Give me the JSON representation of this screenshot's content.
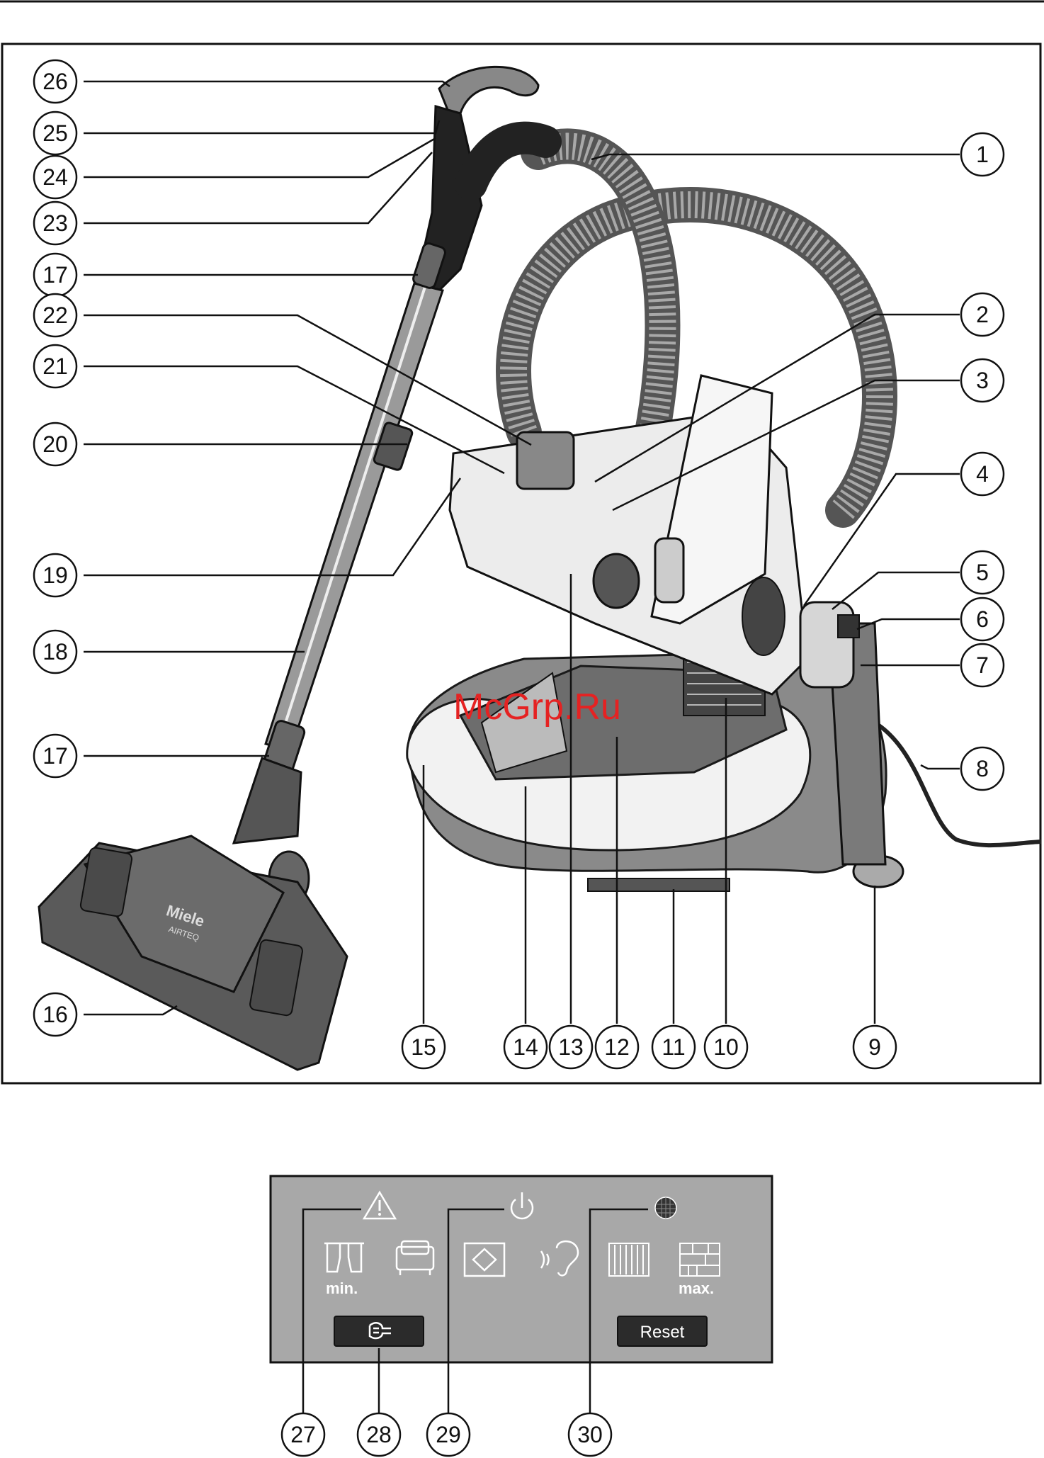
{
  "watermark": "McGrp.Ru",
  "vacuum_callouts": [
    "1",
    "2",
    "3",
    "4",
    "5",
    "6",
    "7",
    "8",
    "9",
    "10",
    "11",
    "12",
    "13",
    "14",
    "15",
    "16",
    "17",
    "18",
    "19",
    "20",
    "21",
    "22",
    "23",
    "24",
    "25",
    "26"
  ],
  "panel_callouts": [
    "27",
    "28",
    "29",
    "30"
  ],
  "control_panel": {
    "min_label": "min.",
    "max_label": "max.",
    "reset_button": "Reset",
    "icons": [
      "warning-icon",
      "power-icon",
      "filter-icon",
      "curtain-icon",
      "upholstery-icon",
      "rug-icon",
      "quiet-ear-icon",
      "carpet-icon",
      "hard-floor-icon",
      "hand-hose-icon"
    ]
  },
  "floorhead_brand": "Miele",
  "floorhead_model": "AIRTEQ",
  "colors": {
    "outline": "#1a1a1a",
    "panel_bg": "#a8a8a8",
    "button_bg": "#2b2b2b",
    "body_grey": "#8a8a8a",
    "watermark": "#e52222"
  }
}
